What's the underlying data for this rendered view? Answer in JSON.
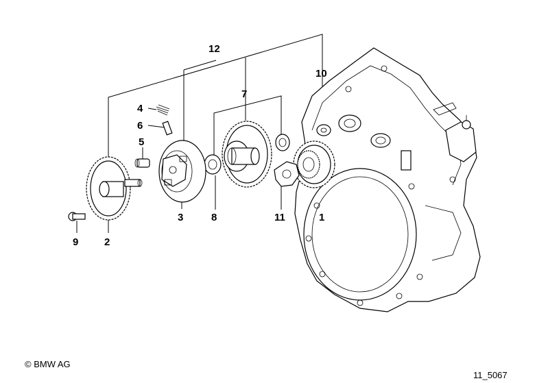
{
  "callouts": {
    "c1": "1",
    "c2": "2",
    "c3": "3",
    "c4": "4",
    "c5": "5",
    "c6": "6",
    "c7": "7",
    "c8": "8",
    "c9": "9",
    "c10": "10",
    "c11": "11",
    "c12": "12"
  },
  "footer": {
    "copyright": "© BMW AG",
    "diagram_id": "11_5067"
  }
}
